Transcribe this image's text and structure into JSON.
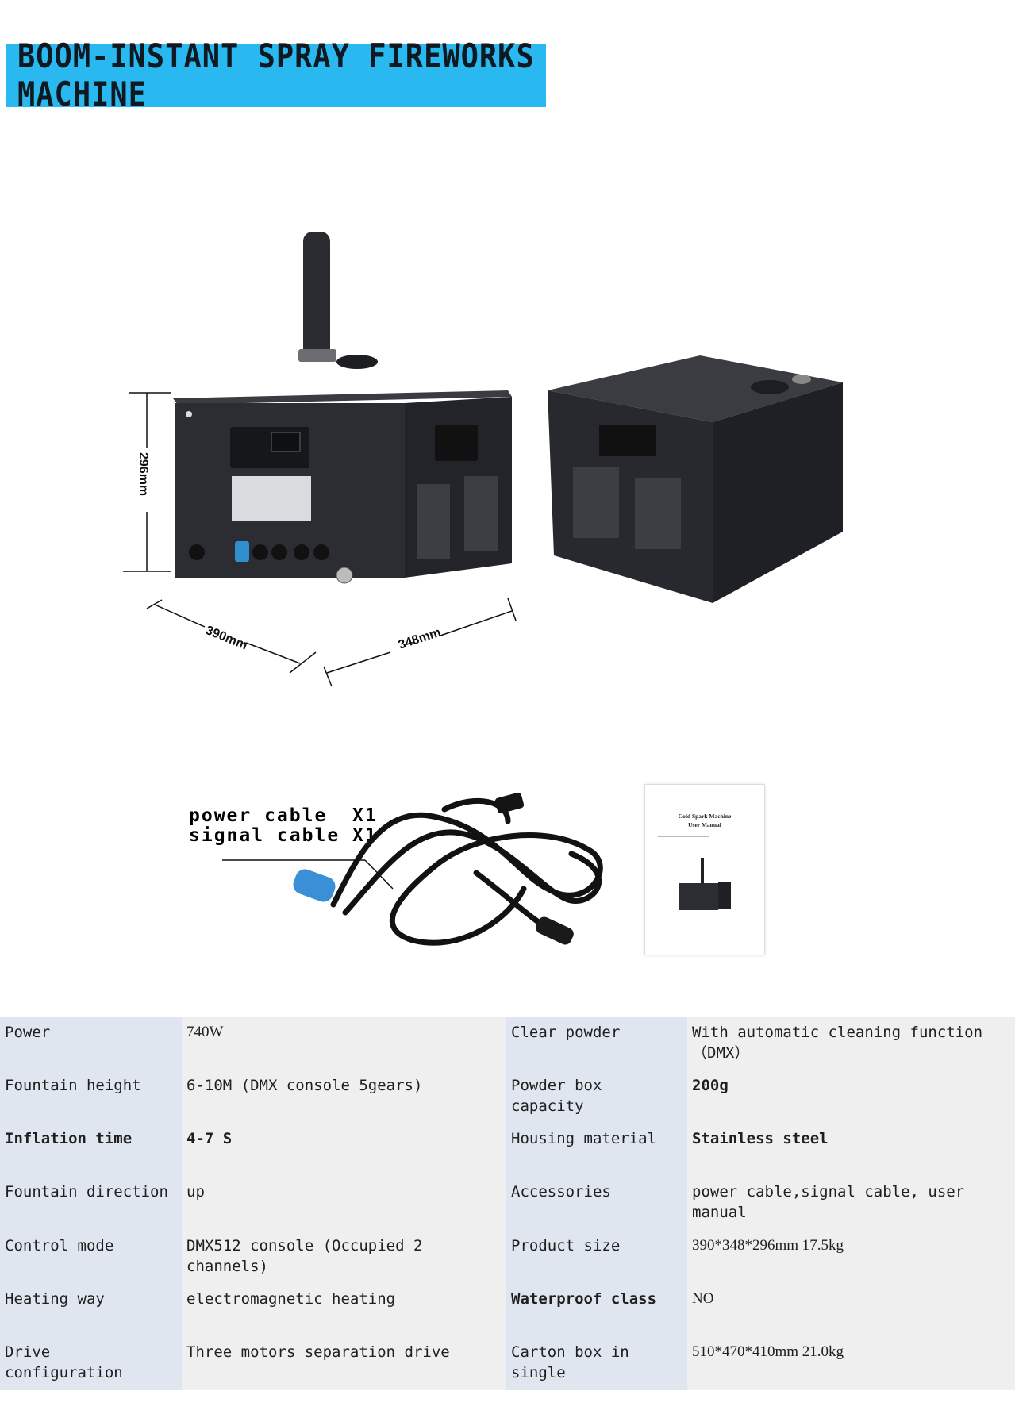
{
  "banner": {
    "title": "BOOM-INSTANT SPRAY FIREWORKS MACHINE"
  },
  "dimensions": {
    "height": "296mm",
    "width": "390mm",
    "depth": "348mm"
  },
  "accessories_label": {
    "line1": "power cable  X1",
    "line2": "signal cable X1"
  },
  "manual": {
    "title_line1": "Cold Spark Machine",
    "title_line2": "User Manual"
  },
  "specs": [
    {
      "label": "Power",
      "value": "740W",
      "label2": "Clear powder",
      "value2": "With automatic cleaning function（DMX）"
    },
    {
      "label": "Fountain height",
      "value": "6-10M (DMX console 5gears)",
      "label2": "Powder box capacity",
      "value2": "200g"
    },
    {
      "label": "Inflation time",
      "value": "4-7 S",
      "label2": "Housing material",
      "value2": "Stainless steel"
    },
    {
      "label": "Fountain direction",
      "value": "up",
      "label2": "Accessories",
      "value2": "power cable,signal cable, user manual"
    },
    {
      "label": "Control mode",
      "value": "DMX512 console (Occupied 2 channels)",
      "label2": "Product size",
      "value2": "390*348*296mm 17.5kg"
    },
    {
      "label": "Heating way",
      "value": "electromagnetic heating",
      "label2": "Waterproof class",
      "value2": "NO"
    },
    {
      "label": "Drive configuration",
      "value": "Three motors separation drive",
      "label2": "Carton box in single",
      "value2": "510*470*410mm 21.0kg"
    }
  ],
  "colors": {
    "banner": "#2ab8f0",
    "label_cell": "#dfe6f0",
    "value_cell": "#efefef"
  }
}
